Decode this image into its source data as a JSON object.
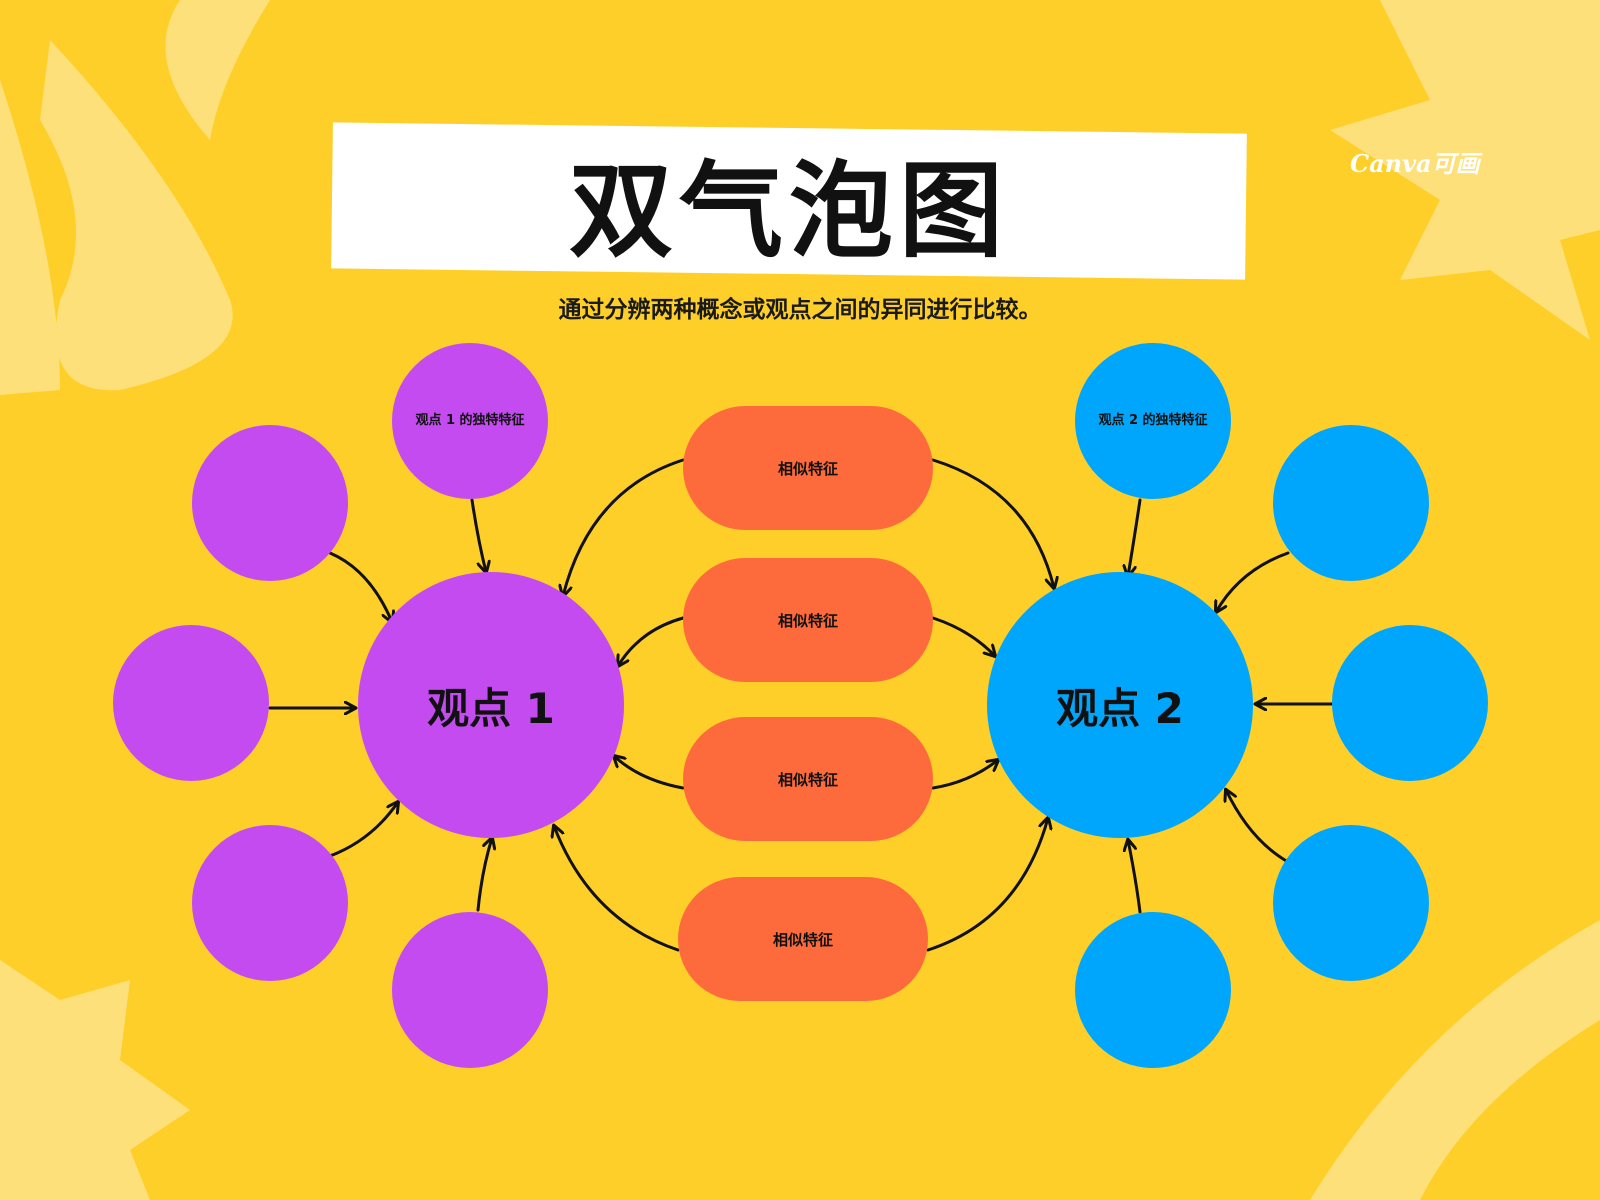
{
  "title": "双气泡图",
  "subtitle": "通过分辨两种概念或观点之间的异同进行比较。",
  "logo": "Canva可画",
  "colors": {
    "background": "#fecf29",
    "decoration": "#fee07a",
    "idea1": "#c34bef",
    "idea2": "#00a6fb",
    "similar": "#fd6b3c",
    "arrow": "#111111"
  },
  "idea1": {
    "label": "观点 1",
    "feature_label": "观点 1 的独特特征"
  },
  "idea2": {
    "label": "观点 2",
    "feature_label": "观点 2 的独特特征"
  },
  "similar_features": [
    "相似特征",
    "相似特征",
    "相似特征",
    "相似特征"
  ]
}
